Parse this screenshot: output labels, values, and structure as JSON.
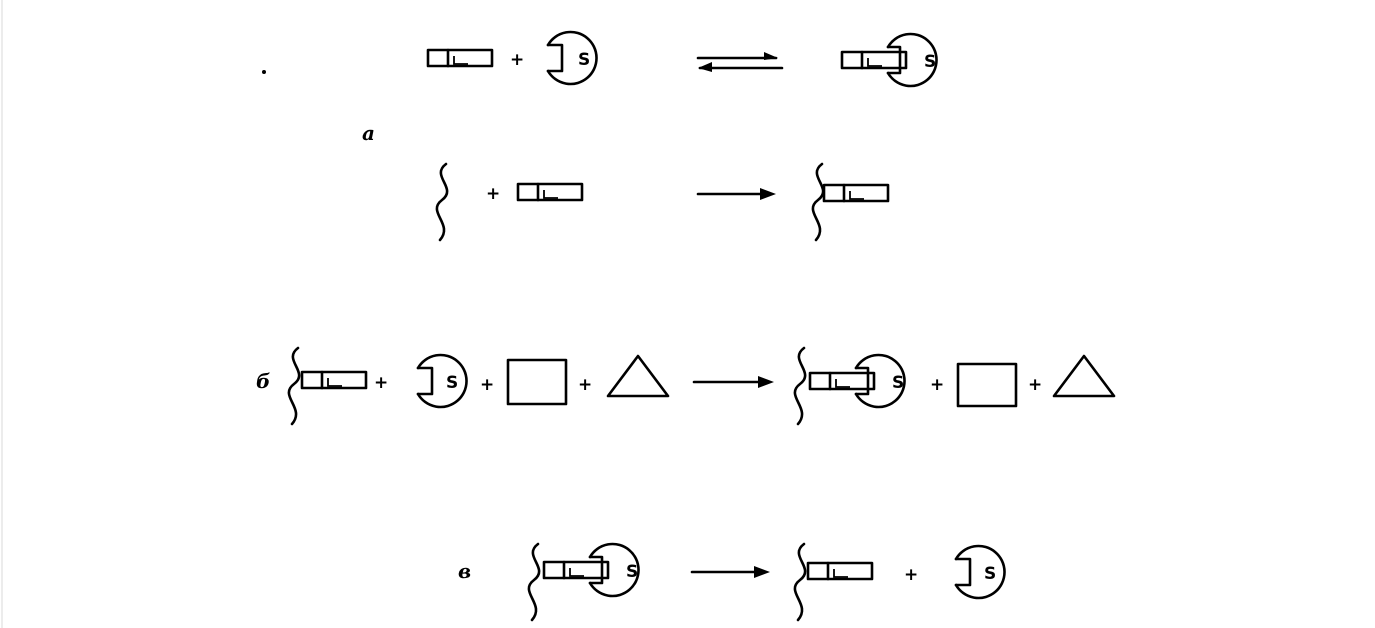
{
  "diagram": {
    "labels": {
      "a": "a",
      "b": "б",
      "v": "в"
    },
    "enzyme_letter": "S",
    "plus_sign": "+",
    "reactions": [
      {
        "id": "a1",
        "reversible": true
      },
      {
        "id": "a2",
        "reversible": false
      },
      {
        "id": "b",
        "reversible": false
      },
      {
        "id": "v",
        "reversible": false
      }
    ]
  }
}
